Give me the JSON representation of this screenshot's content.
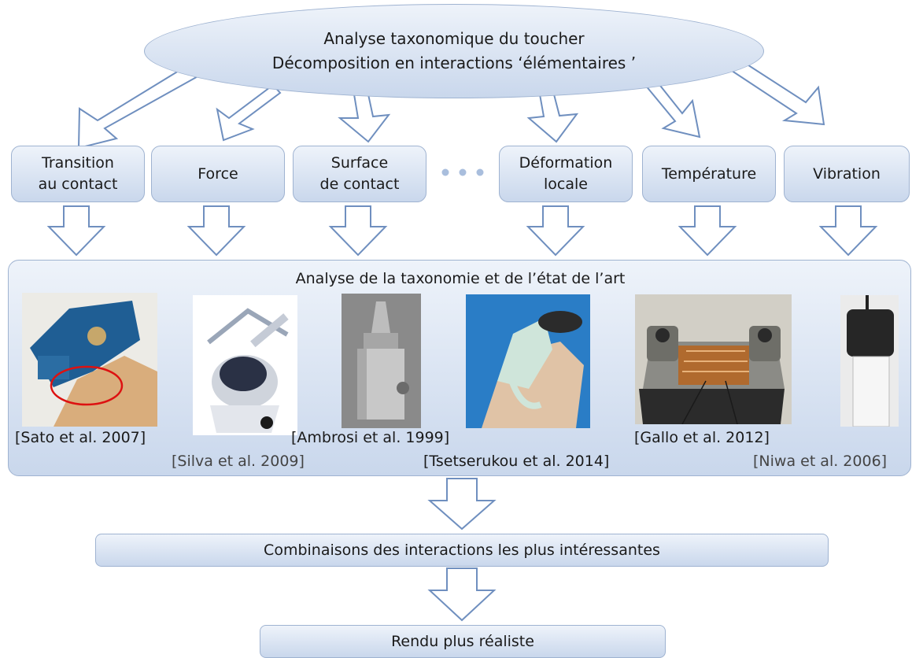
{
  "top": {
    "line1": "Analyse taxonomique du toucher",
    "line2": "Décomposition en interactions ‘élémentaires ’"
  },
  "interactions": [
    "Transition\nau contact",
    "Force",
    "Surface\nde contact",
    "Déformation\nlocale",
    "Température",
    "Vibration"
  ],
  "ellipsis_dots": 3,
  "panel": {
    "title": "Analyse de la taxonomie et de l’état de l’art",
    "references": [
      "[Sato et al. 2007]",
      "[Silva et al. 2009]",
      "[Ambrosi et al. 1999]",
      "[Tsetserukou et al. 2014]",
      "[Gallo et al. 2012]",
      "[Niwa et al. 2006]"
    ],
    "photos": [
      "robotic-finger-device-photo",
      "haptic-stylus-device-photo",
      "metal-tactile-pin-photo",
      "finger-wearable-device-photo",
      "thermal-display-photo",
      "vibrotactile-actuator-photo"
    ]
  },
  "combinations": "Combinaisons des interactions les plus intéressantes",
  "result": "Rendu plus réaliste",
  "colors": {
    "box_top": "#eef3fa",
    "box_bottom": "#c9d7ec",
    "border": "#9fb3d1",
    "arrow_stroke": "#6f8fbf"
  }
}
